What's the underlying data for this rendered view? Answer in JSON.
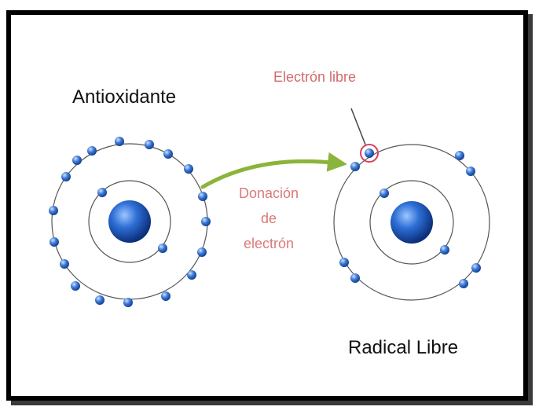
{
  "diagram": {
    "left_atom_label": "Antioxidante",
    "right_atom_label": "Radical Libre",
    "free_electron_label": "Electrón libre",
    "donation_label_lines": [
      "Donación",
      "de",
      "electrón"
    ]
  },
  "colors": {
    "electron": "#2f63b8",
    "nucleus": "#1f54b0",
    "orbit": "#555555",
    "arrow": "#8bb43a",
    "highlight": "#d9405a",
    "accent_text": "#d97a7a"
  }
}
